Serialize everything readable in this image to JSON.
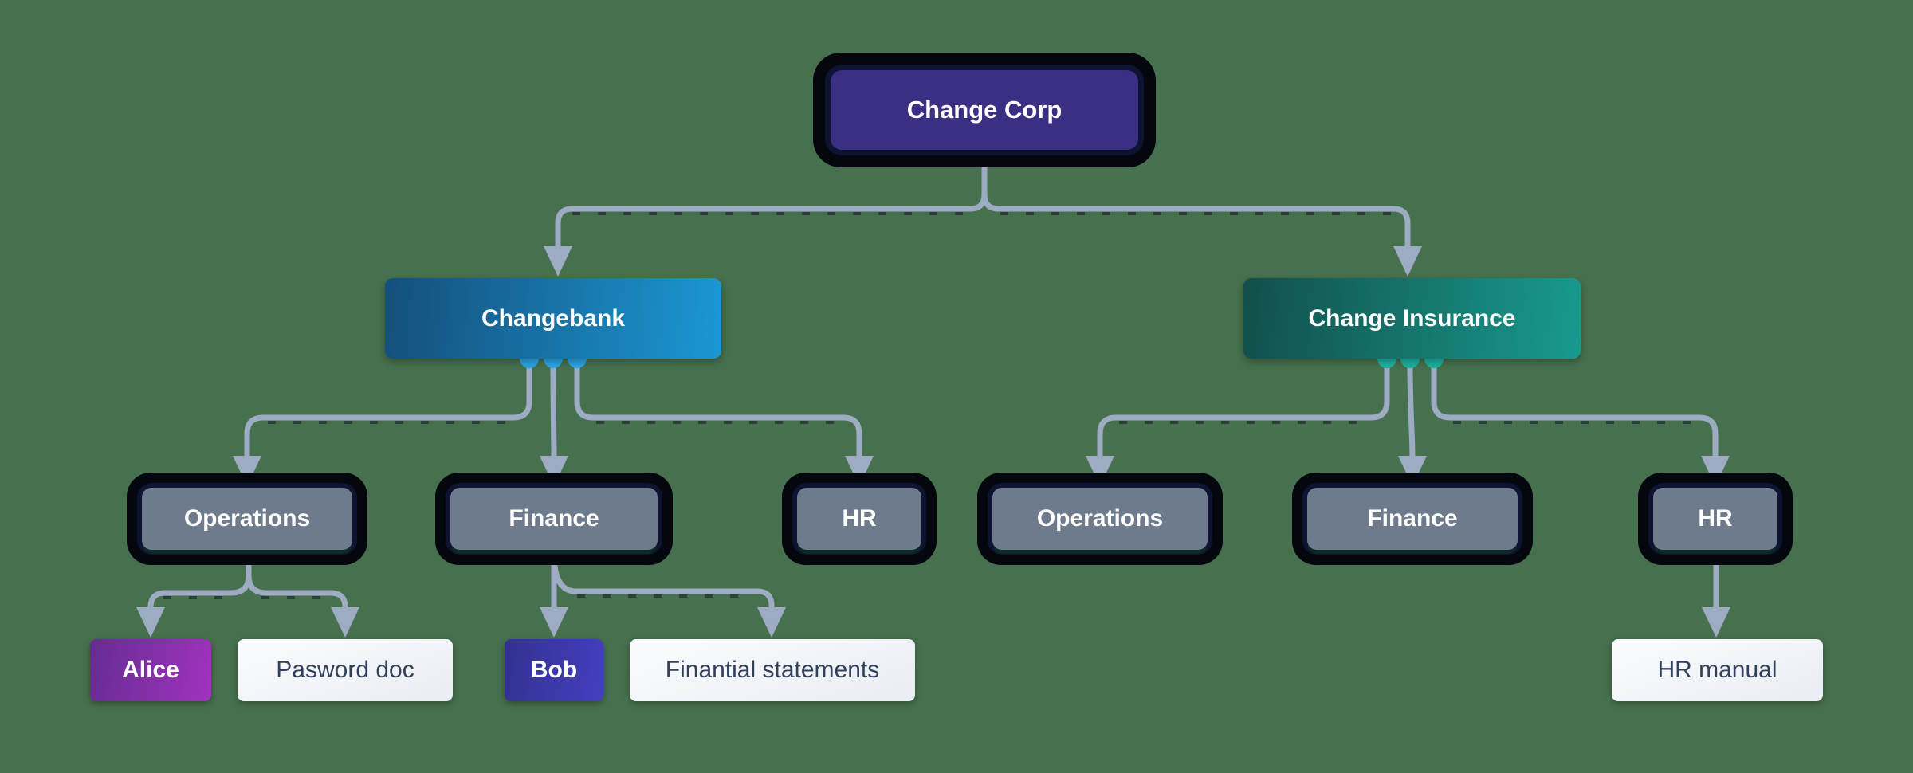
{
  "canvas": {
    "background_color": "#47714E"
  },
  "colors": {
    "edge": "#9dabc3",
    "edge_shadow_dash": "#0a0f1e",
    "port_corp": "#6b74e8",
    "port_bank": "#2aa6e4",
    "port_insurance": "#1db2a0",
    "corp_fill": "#3a2f82",
    "dept_fill": "#6e7b8d",
    "bank_gradient_start": "#144f7b",
    "bank_gradient_end": "#1b97d3",
    "insurance_gradient_start": "#124f4b",
    "insurance_gradient_end": "#189a8e",
    "alice_gradient_start": "#662c93",
    "alice_gradient_end": "#a033bd",
    "bob_gradient_start": "#31318f",
    "bob_gradient_end": "#453fc0",
    "leaf_light_text": "#32405a"
  },
  "nodes": {
    "change_corp": {
      "label": "Change Corp"
    },
    "changebank": {
      "label": "Changebank"
    },
    "change_insurance": {
      "label": "Change Insurance"
    },
    "operations_bank": {
      "label": "Operations"
    },
    "finance_bank": {
      "label": "Finance"
    },
    "hr_bank": {
      "label": "HR"
    },
    "operations_insurance": {
      "label": "Operations"
    },
    "finance_insurance": {
      "label": "Finance"
    },
    "hr_insurance": {
      "label": "HR"
    },
    "alice": {
      "label": "Alice"
    },
    "pasword_doc": {
      "label": "Pasword doc"
    },
    "bob": {
      "label": "Bob"
    },
    "finantial_statements": {
      "label": "Finantial statements"
    },
    "hr_manual": {
      "label": "HR manual"
    }
  }
}
